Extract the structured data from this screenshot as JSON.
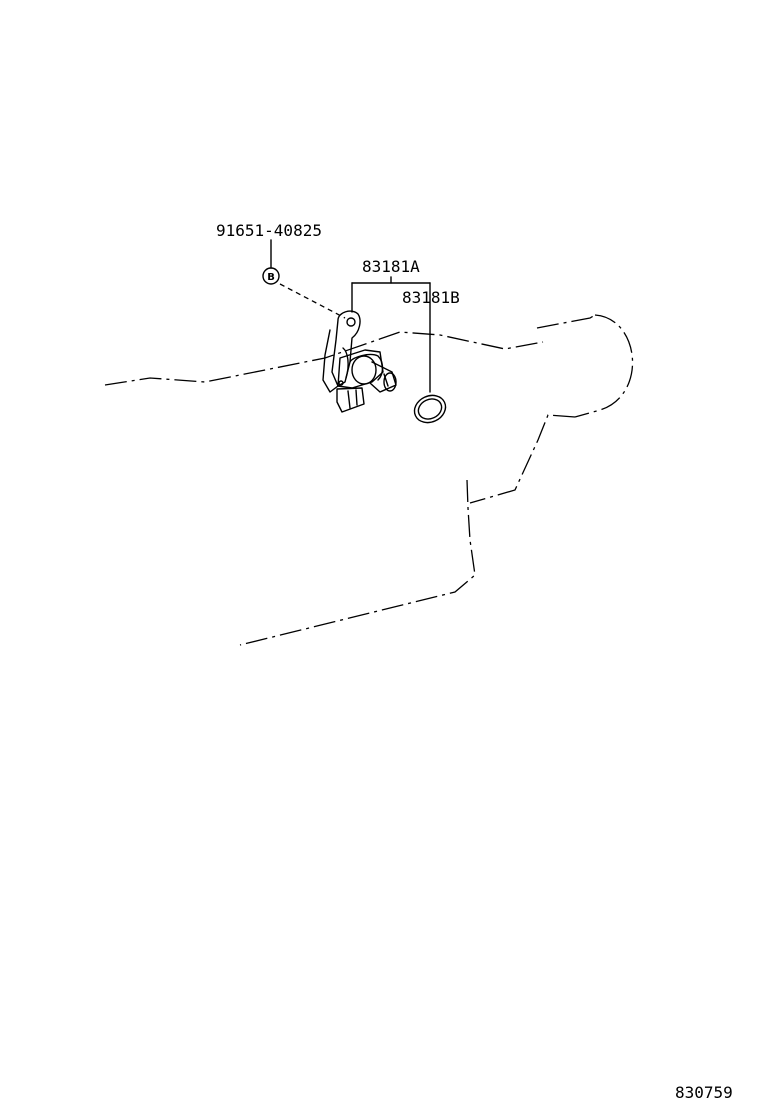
{
  "parts": {
    "bolt": {
      "number": "91651-40825",
      "ref": "B"
    },
    "sensor": {
      "number": "83181A"
    },
    "oring": {
      "number": "83181B"
    }
  },
  "figure_id": "830759",
  "icons": [
    "bolt-callout-icon",
    "speed-sensor-icon",
    "o-ring-icon",
    "transmission-outline-icon"
  ]
}
